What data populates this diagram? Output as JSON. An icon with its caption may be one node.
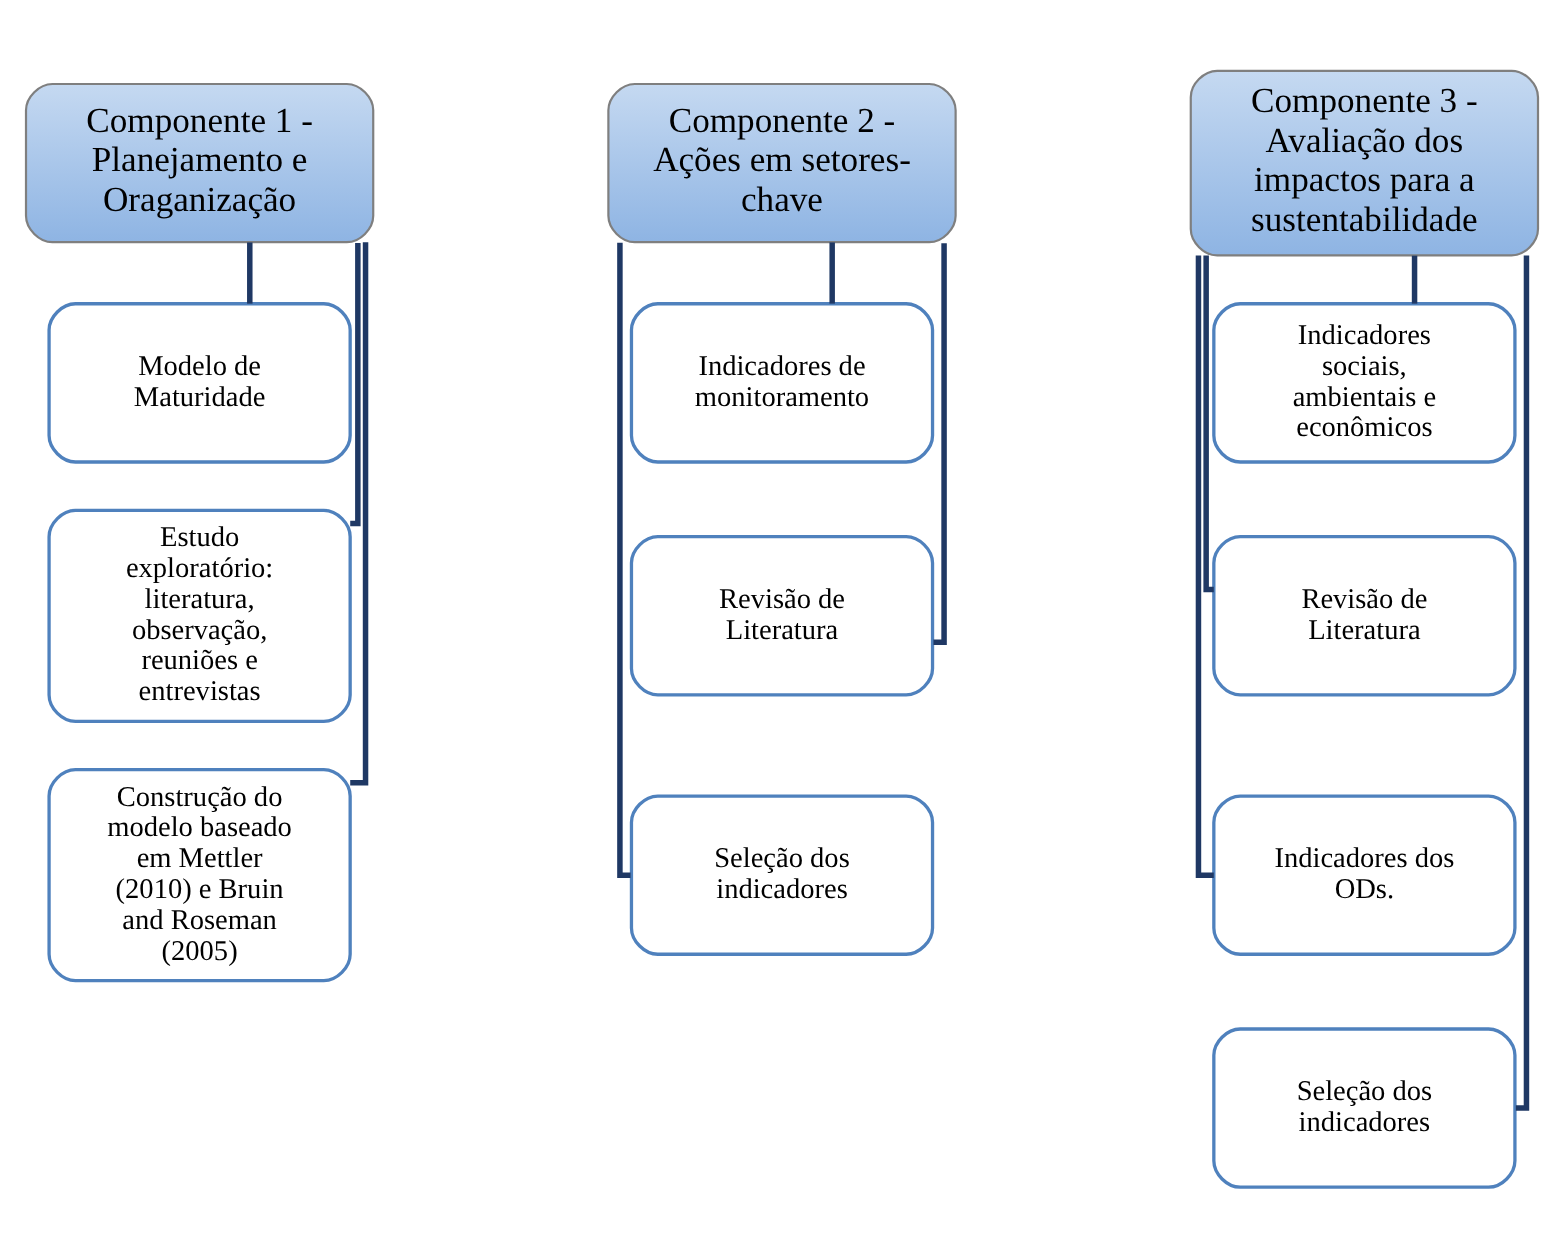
{
  "diagram": {
    "nodes": [
      {
        "text": [
          "Componente 1 - Planejamento e Oraganização"
        ]
      },
      {
        "text": [
          "Modelo de Maturidade"
        ]
      },
      {
        "text": [
          "Estudo exploratório: literatura, observação, reuniões e entrevistas"
        ]
      },
      {
        "text": [
          "Construção do modelo baseado em Mettler (2010) e Bruin and Roseman (2005)"
        ]
      },
      {
        "text": [
          "Componente 2 - Ações em setores-chave"
        ]
      },
      {
        "text": [
          "Indicadores de monitoramento"
        ]
      },
      {
        "text": [
          "Revisão de Literatura"
        ]
      },
      {
        "text": [
          "Seleção dos indicadores"
        ]
      },
      {
        "text": [
          "Componente 3 - Avaliação dos impactos para a sustentabilidade"
        ]
      },
      {
        "text": [
          "Indicadores sociais, ambientais e econômicos"
        ]
      },
      {
        "text": [
          "Revisão de Literatura"
        ]
      },
      {
        "text": [
          "Indicadores dos ODs."
        ]
      },
      {
        "text": [
          "Seleção dos indicadores"
        ]
      }
    ],
    "edges": [
      {
        "from": 0,
        "to": 1,
        "arrow": "none"
      },
      {
        "from": 0,
        "to": 2,
        "arrow": "none"
      },
      {
        "from": 0,
        "to": 3,
        "arrow": "none"
      },
      {
        "from": 4,
        "to": 5,
        "arrow": "none"
      },
      {
        "from": 4,
        "to": 6,
        "arrow": "none"
      },
      {
        "from": 4,
        "to": 7,
        "arrow": "none"
      },
      {
        "from": 8,
        "to": 9,
        "arrow": "none"
      },
      {
        "from": 8,
        "to": 10,
        "arrow": "none"
      },
      {
        "from": 8,
        "to": 11,
        "arrow": "none"
      },
      {
        "from": 8,
        "to": 12,
        "arrow": "none"
      }
    ]
  }
}
